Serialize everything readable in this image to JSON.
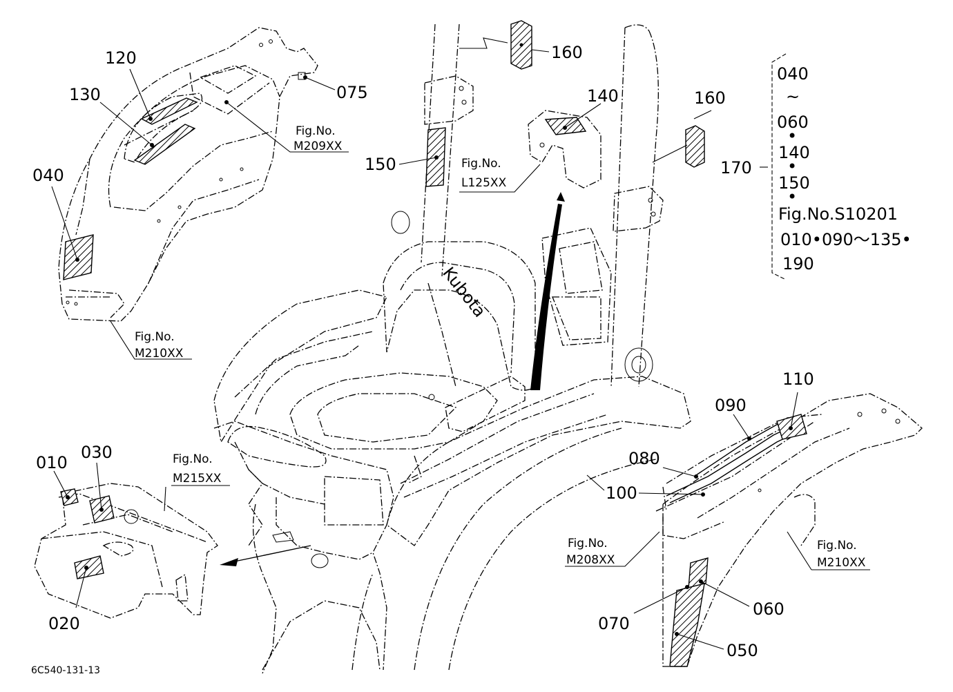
{
  "diagram_code": "6C540-131-13",
  "part_labels": {
    "p010": "010",
    "p020": "020",
    "p030": "030",
    "p040": "040",
    "p050": "050",
    "p060": "060",
    "p070": "070",
    "p075": "075",
    "p080": "080",
    "p090": "090",
    "p100": "100",
    "p110": "110",
    "p120": "120",
    "p130": "130",
    "p140": "140",
    "p150": "150",
    "p160a": "160",
    "p160b": "160",
    "p170": "170"
  },
  "figure_refs": {
    "m209": {
      "line1": "Fig.No.",
      "line2": "M209XX"
    },
    "m210_left": {
      "line1": "Fig.No.",
      "line2": "M210XX"
    },
    "l125": {
      "line1": "Fig.No.",
      "line2": "L125XX"
    },
    "m215": {
      "line1": "Fig.No.",
      "line2": "M215XX"
    },
    "m208": {
      "line1": "Fig.No.",
      "line2": "M208XX"
    },
    "m210_right": {
      "line1": "Fig.No.",
      "line2": "M210XX"
    }
  },
  "kit_note": {
    "lines": [
      "040",
      "~",
      "060",
      "•",
      "140",
      "•",
      "150",
      "•",
      "Fig.No.S10201",
      "010•090～135•",
      "190"
    ]
  },
  "brand_text": "Kubota"
}
